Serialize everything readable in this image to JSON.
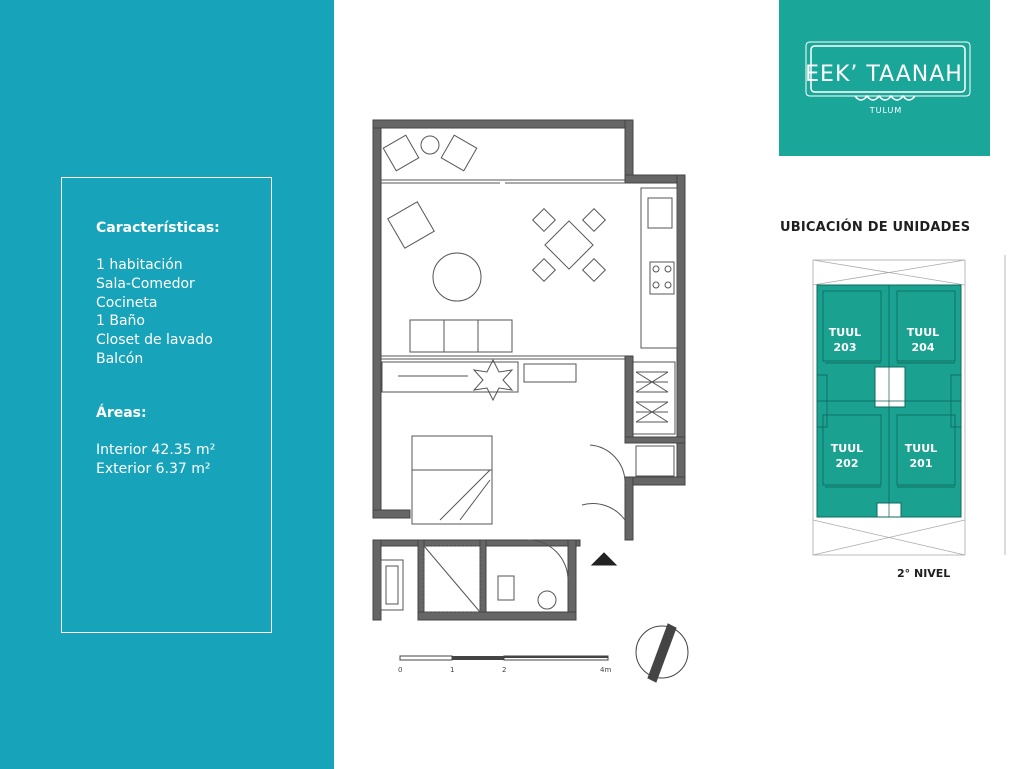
{
  "features": {
    "heading": "Características:",
    "items": [
      "1 habitación",
      "Sala-Comedor",
      "Cocineta",
      "1 Baño",
      "Closet de lavado",
      "Balcón"
    ]
  },
  "areas": {
    "heading": "Áreas:",
    "items": [
      "Interior 42.35 m²",
      "Exterior 6.37 m²"
    ]
  },
  "brand": {
    "name": "EEK’ TAANAH",
    "location": "TULUM"
  },
  "location_panel": {
    "title": "UBICACIÓN DE UNIDADES",
    "level": "2° NIVEL",
    "units": [
      {
        "name": "TUUL",
        "number": "203"
      },
      {
        "name": "TUUL",
        "number": "204"
      },
      {
        "name": "TUUL",
        "number": "202"
      },
      {
        "name": "TUUL",
        "number": "201"
      }
    ]
  },
  "scale_bar": {
    "labels": [
      "0",
      "1",
      "2",
      "4m"
    ]
  },
  "colors": {
    "left_panel": "#17a4bb",
    "logo_bg": "#1aa79a",
    "units_fill": "#1aa190"
  }
}
